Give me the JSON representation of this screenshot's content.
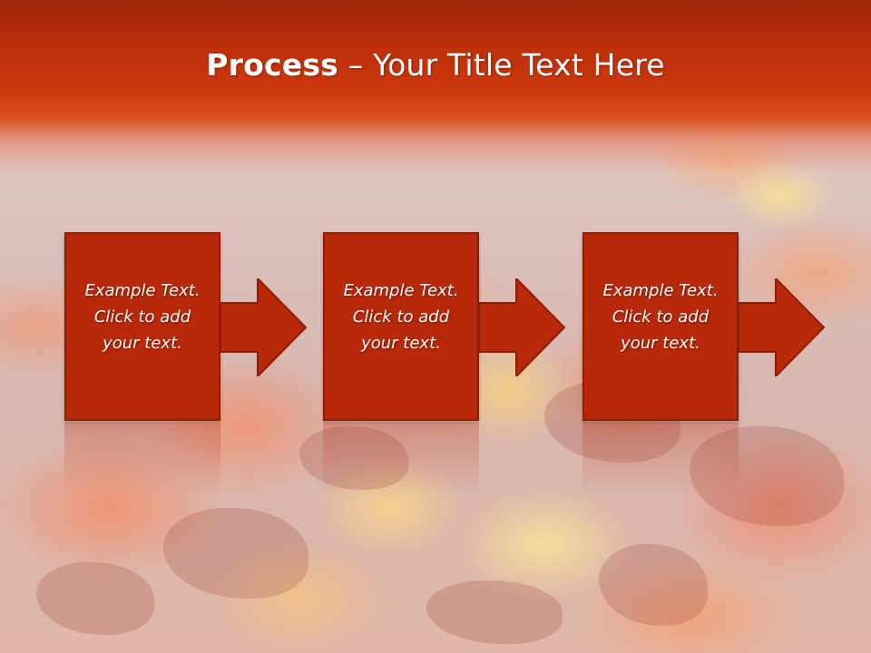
{
  "slide": {
    "title_bold": "Process",
    "title_rest": " – Your Title Text Here",
    "steps": [
      {
        "text": "Example Text.\nClick  to add\nyour text."
      },
      {
        "text": "Example Text.\nClick  to add\nyour text."
      },
      {
        "text": "Example Text.\nClick  to add\nyour text."
      }
    ]
  },
  "colors": {
    "header": "#b72d08",
    "box_fill": "#b8290a",
    "box_border": "#8e1d05",
    "text": "#ffffff"
  }
}
